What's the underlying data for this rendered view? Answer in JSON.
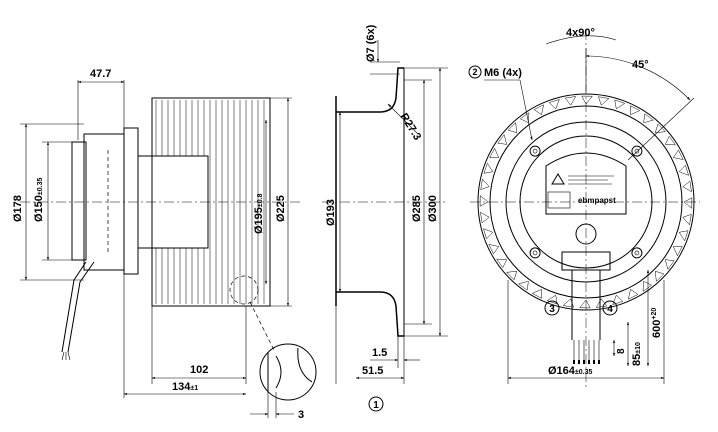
{
  "colors": {
    "ink": "#000000",
    "paper": "#ffffff"
  },
  "dims": {
    "side": {
      "d178": "Ø178",
      "d150": "Ø150",
      "d150_tol": "±0.35",
      "w47": "47.7",
      "d195": "Ø195",
      "d195_tol": "±0.8",
      "d225": "Ø225",
      "w102": "102",
      "w134": "134",
      "w134_tol": "±1",
      "w3": "3"
    },
    "ring": {
      "d193": "Ø193",
      "hole": "Ø7 (6x)",
      "r27": "R27.3",
      "d285": "Ø285",
      "d300": "Ø300",
      "t15": "1.5",
      "w515": "51.5",
      "callout": "1"
    },
    "front": {
      "angle4x90": "4x90°",
      "angle45": "45°",
      "m6": "M6 (4x)",
      "callout2": "2",
      "callout3": "3",
      "callout4": "4",
      "d164": "Ø164",
      "d164_tol": "±0.35",
      "l8": "8",
      "l85": "85",
      "l85_tol": "±10",
      "l600": "600",
      "l600_tol": "+20",
      "brand": "ebmpapst"
    }
  }
}
